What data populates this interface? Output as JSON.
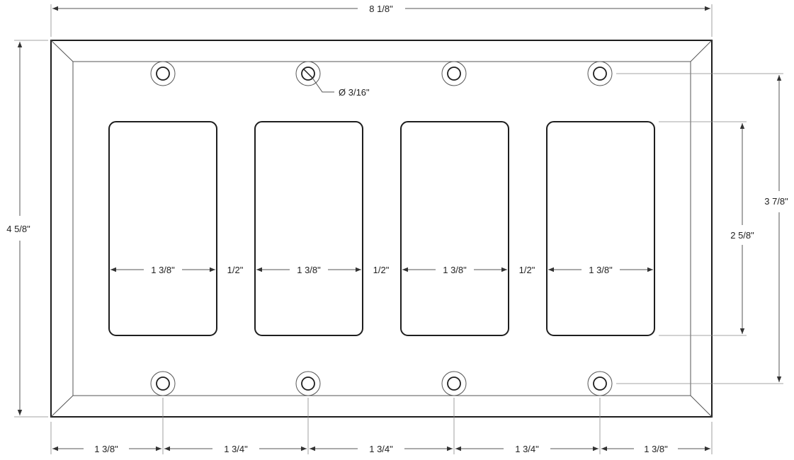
{
  "dimensions": {
    "overall_width": "8 1/8\"",
    "overall_height": "4 5/8\"",
    "screw_hole_diameter": "Ø 3/16\"",
    "screw_hole_spacing_vertical": "3 7/8\"",
    "opening_height": "2 5/8\"",
    "opening_width": "1 3/8\"",
    "opening_gap": "1/2\"",
    "bottom_edge_to_hole": "1 3/8\"",
    "hole_pitch": "1 3/4\""
  },
  "openings": [
    {
      "width_label": "1 3/8\"",
      "gap_label": "1/2\""
    },
    {
      "width_label": "1 3/8\"",
      "gap_label": "1/2\""
    },
    {
      "width_label": "1 3/8\"",
      "gap_label": "1/2\""
    },
    {
      "width_label": "1 3/8\""
    }
  ],
  "bottom_chain": [
    "1 3/8\"",
    "1 3/4\"",
    "1 3/4\"",
    "1 3/4\"",
    "1 3/8\""
  ],
  "colors": {
    "line": "#1e1e1e",
    "dimension_line": "#555555",
    "background": "#ffffff"
  }
}
